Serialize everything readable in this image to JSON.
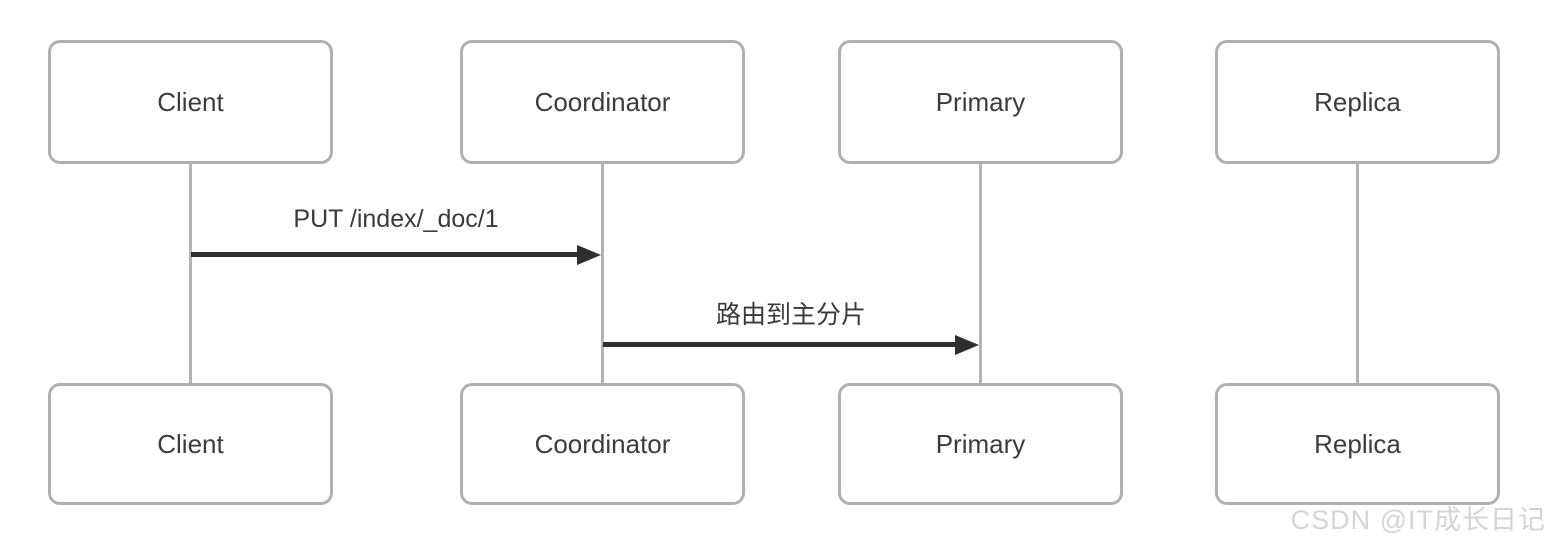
{
  "diagram": {
    "type": "sequence-diagram",
    "actors": [
      {
        "id": "client",
        "label": "Client"
      },
      {
        "id": "coordinator",
        "label": "Coordinator"
      },
      {
        "id": "primary",
        "label": "Primary"
      },
      {
        "id": "replica",
        "label": "Replica"
      }
    ],
    "messages": [
      {
        "from": "client",
        "to": "coordinator",
        "label": "PUT /index/_doc/1"
      },
      {
        "from": "coordinator",
        "to": "primary",
        "label": "路由到主分片"
      }
    ],
    "colors": {
      "box_border": "#b0b0b0",
      "lifeline": "#b3b3b3",
      "arrow": "#2e2e2e",
      "text": "#3c3c3c",
      "watermark": "#d4d4d4"
    },
    "watermark": "CSDN @IT成长日记"
  }
}
